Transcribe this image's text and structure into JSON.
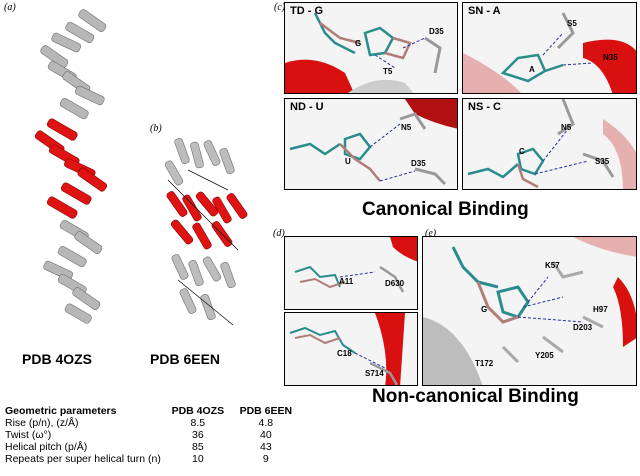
{
  "panel_labels": {
    "a": "(a)",
    "b": "(b)",
    "c": "(c)",
    "d": "(d)",
    "e": "(e)"
  },
  "structures": {
    "left": "PDB 4OZS",
    "middle": "PDB 6EEN"
  },
  "panels_c": [
    {
      "title": "TD - G",
      "residues": [
        "G",
        "D35",
        "T5"
      ]
    },
    {
      "title": "SN - A",
      "residues": [
        "S5",
        "N35",
        "A"
      ]
    },
    {
      "title": "ND - U",
      "residues": [
        "N5",
        "U",
        "D35"
      ]
    },
    {
      "title": "NS - C",
      "residues": [
        "N5",
        "C",
        "S35"
      ]
    }
  ],
  "panels_d": [
    {
      "residues": [
        "A11",
        "D630"
      ]
    },
    {
      "residues": [
        "C18",
        "S714"
      ]
    }
  ],
  "panel_e": {
    "residues": [
      "K57",
      "H97",
      "G",
      "D203",
      "Y205",
      "T172"
    ]
  },
  "headings": {
    "canonical": "Canonical Binding",
    "noncanonical": "Non-canonical Binding"
  },
  "table": {
    "header": [
      "Geometric parameters",
      "PDB 4OZS",
      "PDB 6EEN"
    ],
    "rows": [
      [
        "Rise (p/n), (z/Å)",
        "8.5",
        "4.8"
      ],
      [
        "Twist (ω°)",
        "36",
        "40"
      ],
      [
        "Helical pitch (p/Å)",
        "85",
        "43"
      ],
      [
        "Repeats per super helical turn (n)",
        "10",
        "9"
      ]
    ]
  }
}
